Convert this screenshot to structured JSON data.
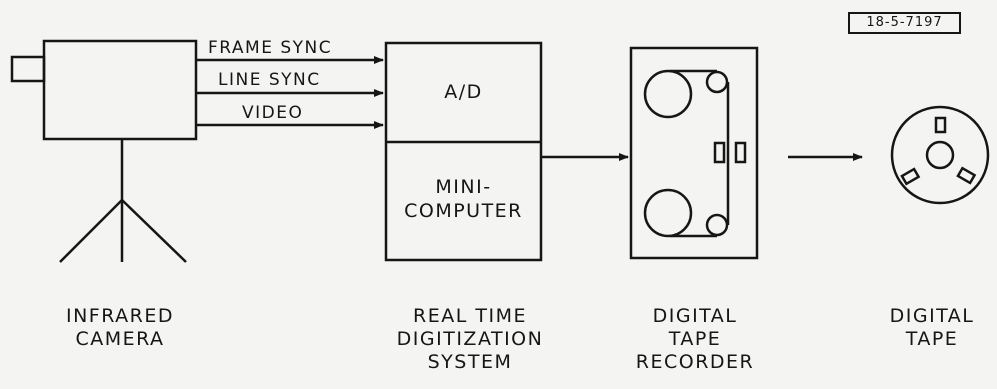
{
  "drawing_number": "18-5-7197",
  "signals": {
    "frame_sync": "FRAME SYNC",
    "line_sync": "LINE SYNC",
    "video": "VIDEO"
  },
  "blocks": {
    "ad": "A/D",
    "minicomputer": [
      "MINI-",
      "COMPUTER"
    ]
  },
  "labels": {
    "infrared_camera": [
      "INFRARED",
      "CAMERA"
    ],
    "digitization": [
      "REAL TIME",
      "DIGITIZATION",
      "SYSTEM"
    ],
    "tape_recorder": [
      "DIGITAL",
      "TAPE",
      "RECORDER"
    ],
    "digital_tape": [
      "DIGITAL",
      "TAPE"
    ]
  }
}
